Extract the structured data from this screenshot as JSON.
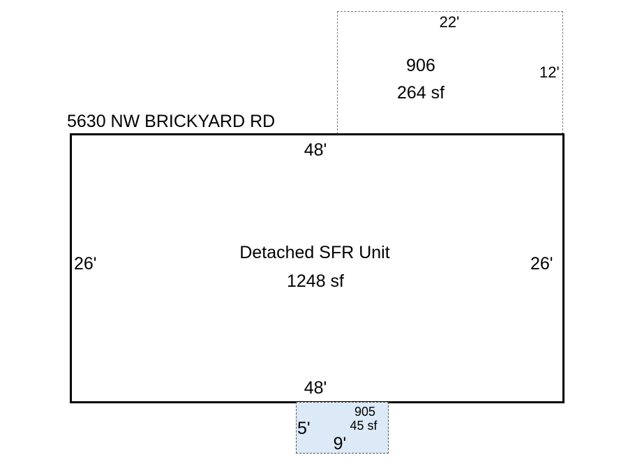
{
  "address": "5630 NW BRICKYARD RD",
  "main_area": {
    "label": "Detached SFR Unit",
    "area": "1248 sf",
    "top_dim": "48'",
    "bottom_dim": "48'",
    "left_dim": "26'",
    "right_dim": "26'"
  },
  "garage_area": {
    "code": "906",
    "area": "264 sf",
    "top_dim": "22'",
    "right_dim": "12'"
  },
  "porch_area": {
    "code": "905",
    "area": "45 sf",
    "left_dim": "5'",
    "bottom_dim": "9'",
    "fill_color": "#dce9f6"
  }
}
